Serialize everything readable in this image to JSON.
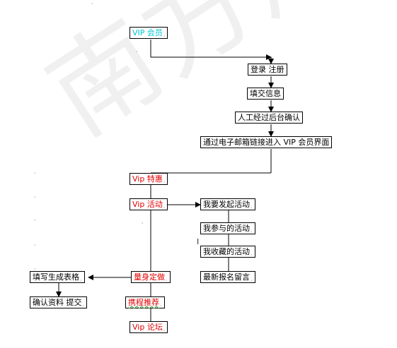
{
  "watermark": "南方风景",
  "colors": {
    "red_text": "#e00000",
    "cyan_text": "#00c8d2",
    "line": "#000000"
  },
  "nodes": {
    "vip": "VIP 会员",
    "login": "登录 注册",
    "submit_info": "填交信息",
    "backend_confirm": "人工经过后台确认",
    "email_link": "通过电子邮箱链接进入 VIP 会员界面",
    "vip_special": "Vip 特惠",
    "vip_activity": "Vip 活动",
    "start_activity": "我要发起活动",
    "joined_activity": "我参与的活动",
    "saved_activity": "我收藏的活动",
    "latest_signup": "最新报名留言",
    "custom_made": "量身定做",
    "fill_form": "填写生成表格",
    "confirm_submit": "确认资料 提交",
    "trip_recommend": "携程推荐",
    "vip_forum": "Vip 论坛"
  }
}
